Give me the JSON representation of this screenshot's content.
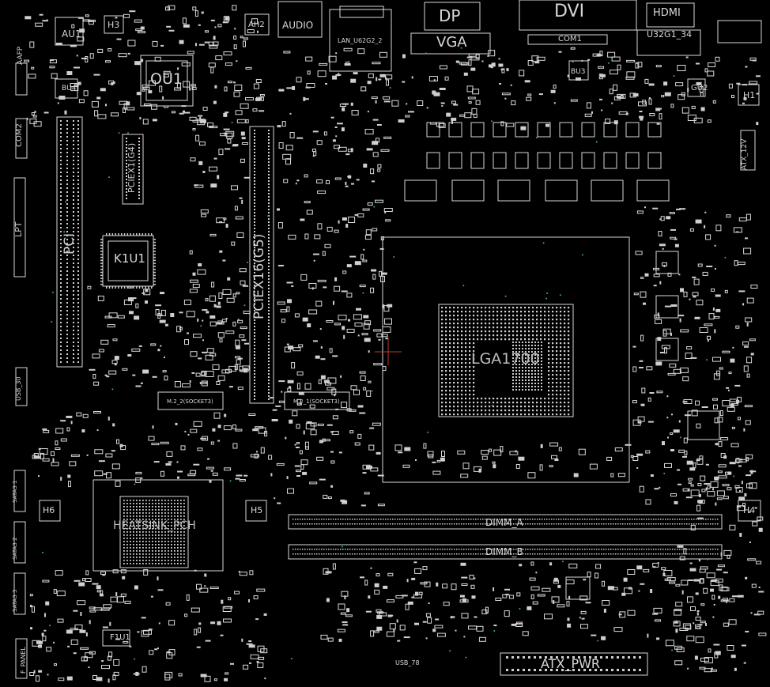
{
  "board_labels": {
    "au1": "AU1",
    "h3": "H3",
    "ah2": "AH2",
    "audio": "AUDIO",
    "lan": "LAN_U62G2_2",
    "dp": "DP",
    "vga": "VGA",
    "dvi": "DVI",
    "com1": "COM1",
    "hdmi": "HDMI",
    "u32g1": "U32G1_34",
    "aafp": "AAFP",
    "bu4": "BU4",
    "ou1": "OU1",
    "pcie1": "PCIEX1(G4)",
    "pcie16": "PCIEX16(G5)",
    "pci": "PCI",
    "lpt": "LPT",
    "com2": "COM2",
    "k1u1": "K1U1",
    "bu3": "BU3",
    "gu2": "GU2",
    "h1": "H1",
    "atx12v": "ATX_12V",
    "m2_2": "M.2_2(SOCKET3)",
    "m2_1": "M.2_1(SOCKET3)",
    "lga": "LGA1700",
    "usb30": "USB_30",
    "h6": "H6",
    "h5": "H5",
    "heatsink": "HEATSINK_PCH",
    "dimm_a": "DIMM_A",
    "dimm_b": "DIMM_B",
    "h4": "H4",
    "f1u1": "F1U1",
    "fpanel": "F_PANEL",
    "atx_pwr": "ATX_PWR",
    "sata1": "SATA3 1",
    "sata2": "SATA3 2",
    "sata3": "SATA3 3",
    "usb2": "USB_78"
  },
  "colors": {
    "background": "#000000",
    "line": "#d9d9d9",
    "dim": "#9a9a9a",
    "accent": "#c0392b",
    "via": "#3aa6a6"
  }
}
